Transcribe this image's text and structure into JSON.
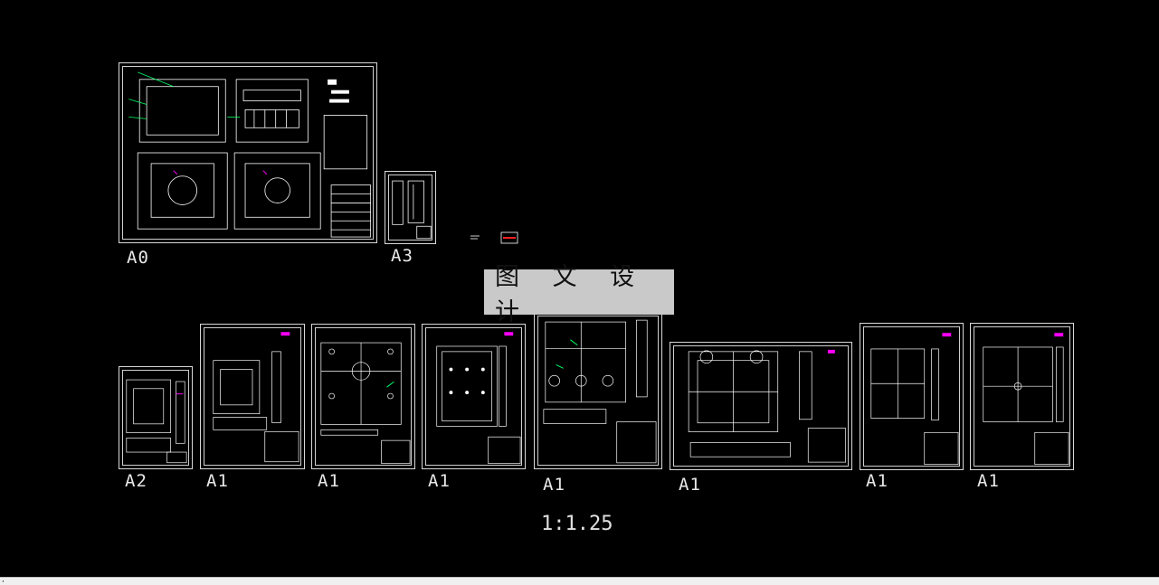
{
  "watermark": "图 文 设 计",
  "scale": "1:1.25",
  "sheet_labels": {
    "s0": "A0",
    "s1": "A3",
    "s2": "A2",
    "s3": "A1",
    "s4": "A1",
    "s5": "A1",
    "s6": "A1",
    "s7": "A1",
    "s8": "A1",
    "s9": "A1"
  },
  "status": {
    "text": ","
  },
  "colors": {
    "background": "#000000",
    "lines": "#ffffff",
    "accent_magenta": "#ff00ff",
    "accent_green": "#00ff66",
    "accent_red": "#ff2020"
  }
}
